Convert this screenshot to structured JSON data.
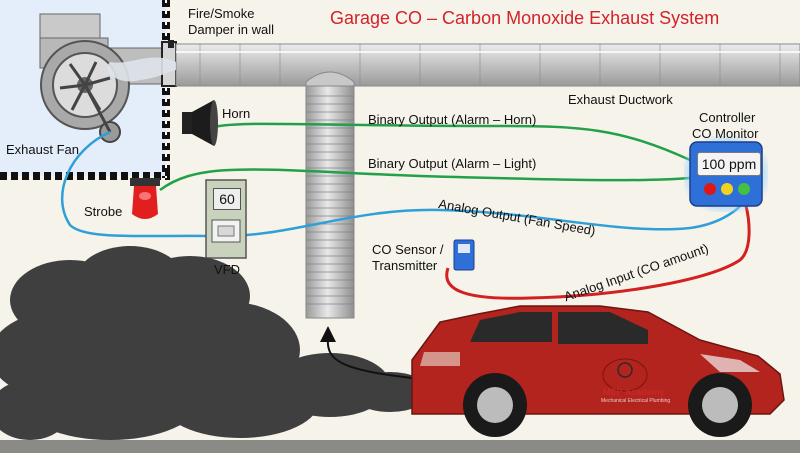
{
  "title": "Garage CO – Carbon Monoxide Exhaust System",
  "labels": {
    "damper": [
      "Fire/Smoke",
      "Damper in wall"
    ],
    "exhaust_fan": "Exhaust Fan",
    "horn": "Horn",
    "strobe": "Strobe",
    "vfd": "VFD",
    "vfd_display": "60",
    "exhaust_ductwork": "Exhaust Ductwork",
    "controller": [
      "Controller",
      "CO Monitor"
    ],
    "controller_display": "100 ppm",
    "co_sensor": [
      "CO Sensor /",
      "Transmitter"
    ],
    "binary_horn": "Binary Output (Alarm – Horn)",
    "binary_light": "Binary Output (Alarm – Light)",
    "analog_output": "Analog Output (Fan Speed)",
    "analog_input": "Analog Input (CO amount)",
    "brand": "MEP Academy",
    "brand_tagline": "Mechanical  Electrical  Plumbing"
  },
  "colors": {
    "title": "#d3222a",
    "binary_wire": "#23a04a",
    "analog_wire": "#2f9fd8",
    "sensor_wire": "#d32020",
    "car_body": "#b3241e",
    "controller_body": "#2f6fd8",
    "controller_glow": "#9fd4ff",
    "led_red": "#e01515",
    "led_yellow": "#f2d21a",
    "led_green": "#45c040",
    "duct": "#bdbdbd",
    "smoke": "#3f3f3f"
  }
}
